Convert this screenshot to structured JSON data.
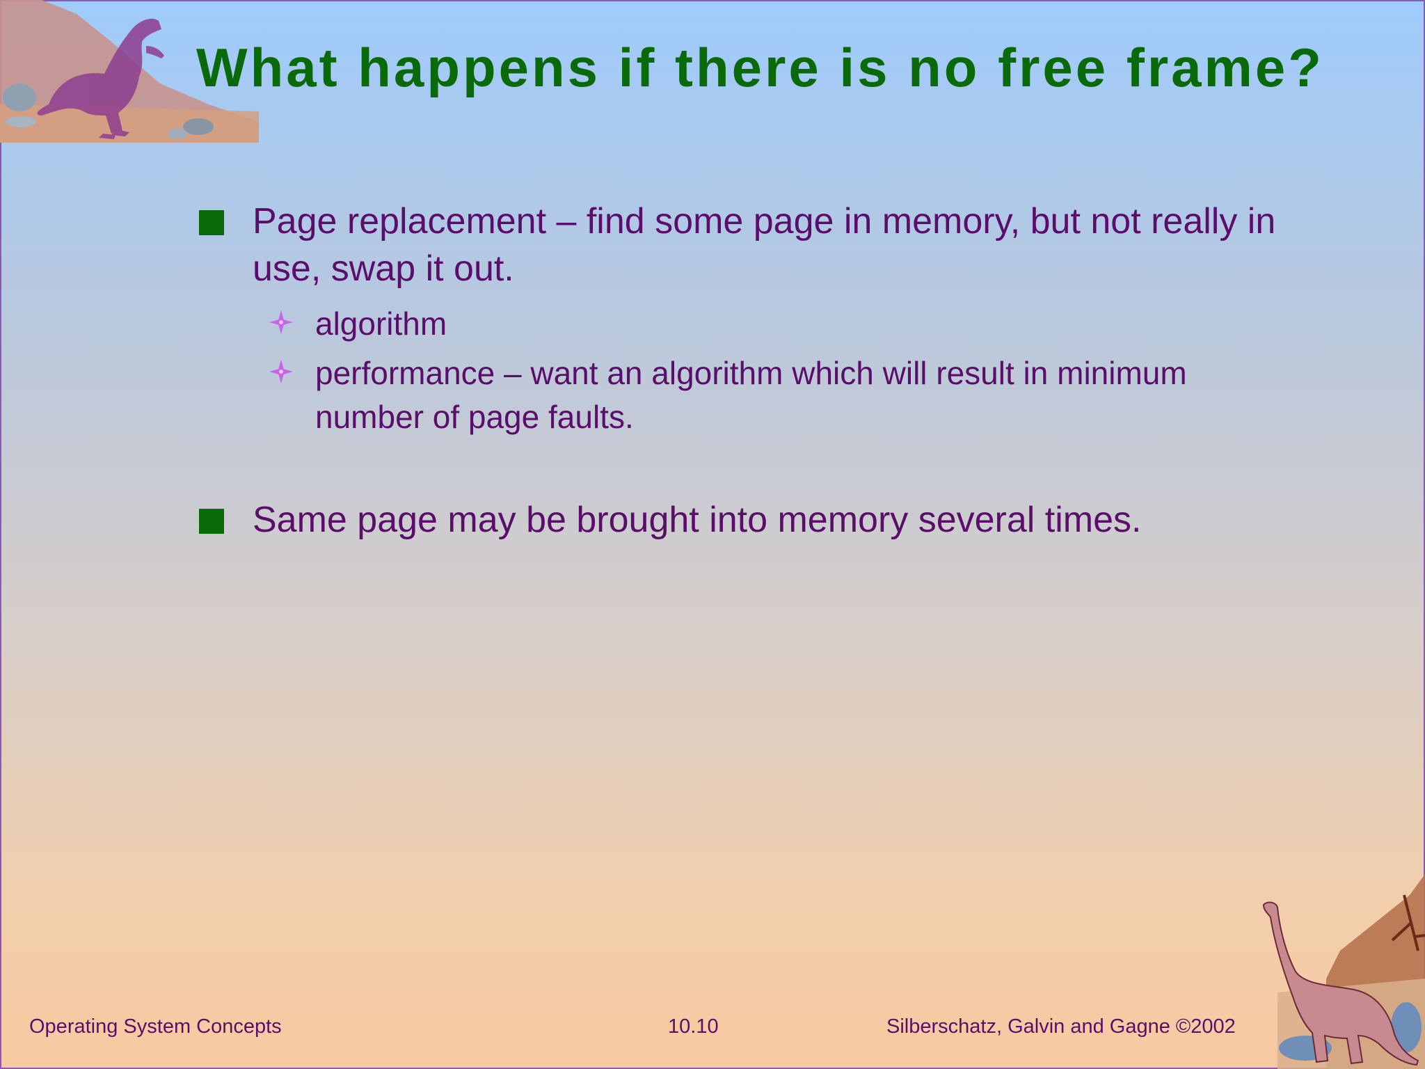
{
  "slide": {
    "title": "What happens if there is no free frame?",
    "bullets": [
      {
        "text": "Page replacement – find some page in memory, but not really in use, swap it out.",
        "sub": [
          {
            "text": "algorithm"
          },
          {
            "text": "performance – want an algorithm which will result in minimum number of page faults."
          }
        ]
      },
      {
        "text": "Same page may be brought into memory several times."
      }
    ]
  },
  "footer": {
    "left": "Operating System Concepts",
    "center": "10.10",
    "right": "Silberschatz, Galvin and  Gagne ©2002"
  },
  "icons": {
    "top_left": "t-rex-illustration",
    "bottom_right": "brontosaurus-illustration",
    "bullet_l1": "green-square-bullet",
    "bullet_l2": "purple-star-bullet"
  },
  "colors": {
    "title": "#0a6a0a",
    "body_text": "#5a0e6a",
    "bullet_l1": "#0a6a0a",
    "bullet_l2": "#c765e6"
  }
}
